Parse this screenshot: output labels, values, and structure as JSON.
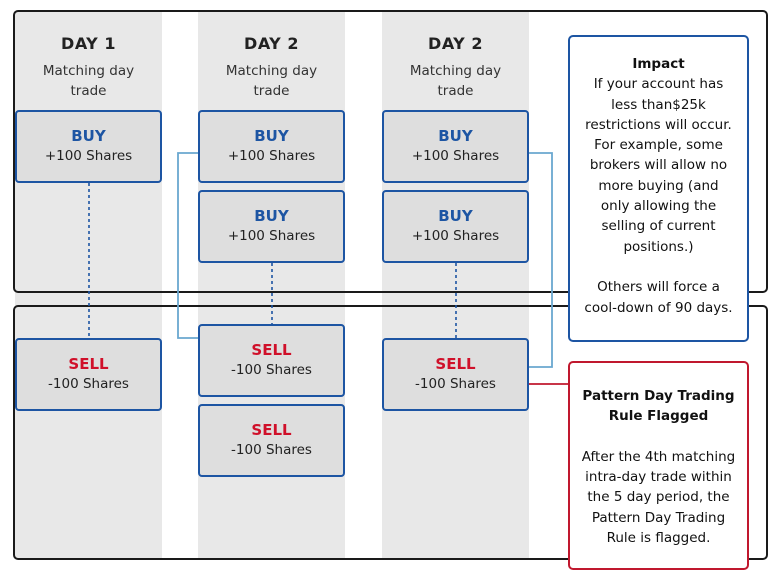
{
  "columns": [
    {
      "day": "DAY 1",
      "subtitle_line1": "Matching day",
      "subtitle_line2": "trade",
      "buys": [
        {
          "action": "BUY",
          "qty": "+100 Shares"
        }
      ],
      "sells": [
        {
          "action": "SELL",
          "qty": "-100 Shares"
        }
      ]
    },
    {
      "day": "DAY 2",
      "subtitle_line1": "Matching day",
      "subtitle_line2": "trade",
      "buys": [
        {
          "action": "BUY",
          "qty": "+100 Shares"
        },
        {
          "action": "BUY",
          "qty": "+100 Shares"
        }
      ],
      "sells": [
        {
          "action": "SELL",
          "qty": "-100 Shares"
        },
        {
          "action": "SELL",
          "qty": "-100 Shares"
        }
      ]
    },
    {
      "day": "DAY 2",
      "subtitle_line1": "Matching day",
      "subtitle_line2": "trade",
      "buys": [
        {
          "action": "BUY",
          "qty": "+100 Shares"
        },
        {
          "action": "BUY",
          "qty": "+100 Shares"
        }
      ],
      "sells": [
        {
          "action": "SELL",
          "qty": "-100 Shares"
        }
      ]
    }
  ],
  "impact": {
    "title": "Impact",
    "lines": [
      "If your account has",
      "less than$25k",
      "restrictions will occur.",
      "For example, some",
      "brokers will allow no",
      "more buying (and",
      "only allowing the",
      "selling of current",
      "positions.)",
      "",
      "Others will force a",
      "cool-down of 90 days."
    ]
  },
  "flagged": {
    "title_line1": "Pattern Day Trading",
    "title_line2": "Rule Flagged",
    "lines": [
      "After the 4th matching",
      "intra-day trade within",
      "the 5 day period, the",
      "Pattern Day Trading",
      "Rule is flagged."
    ]
  },
  "colors": {
    "buy": "#1d55a3",
    "sell": "#d0102a",
    "box_fill": "#dedede",
    "column_bg": "#e8e8e8",
    "connector": "#6aa7cf"
  }
}
